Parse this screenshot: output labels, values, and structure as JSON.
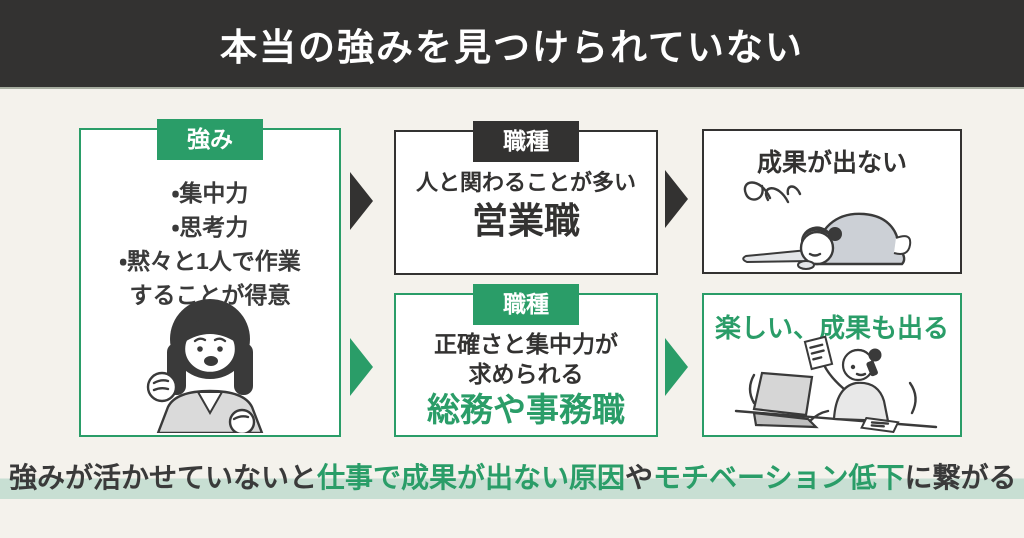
{
  "header": {
    "title": "本当の強みを見つけられていない"
  },
  "strength_box": {
    "tab": "強み",
    "lines": [
      "・集中力",
      "・思考力",
      "・黙々と1人で作業",
      "することが得意"
    ],
    "illustration": "cheering-businesswoman"
  },
  "job_top_box": {
    "tab": "職種",
    "subtitle": "人と関わることが多い",
    "title": "営業職"
  },
  "job_bottom_box": {
    "tab": "職種",
    "subtitle_line1": "正確さと集中力が",
    "subtitle_line2": "求められる",
    "title": "総務や事務職"
  },
  "result_top_box": {
    "title": "成果が出ない",
    "illustration": "exhausted-person-slumped"
  },
  "result_bottom_box": {
    "title": "楽しい、成果も出る",
    "illustration": "busy-happy-office-worker"
  },
  "footer": {
    "segments": [
      {
        "text": "強みが活かせていないと",
        "color": "dark"
      },
      {
        "text": "仕事で成果が出ない原因",
        "color": "green"
      },
      {
        "text": "や",
        "color": "dark"
      },
      {
        "text": "モチベーション低下",
        "color": "green"
      },
      {
        "text": "に繋がる",
        "color": "dark"
      }
    ]
  },
  "colors": {
    "accent_green": "#2a9d68",
    "dark": "#333231",
    "background": "#f4f2ec",
    "box_background": "#ffffff",
    "highlight_green": "#c8dfd3",
    "header_text": "#ffffff"
  }
}
